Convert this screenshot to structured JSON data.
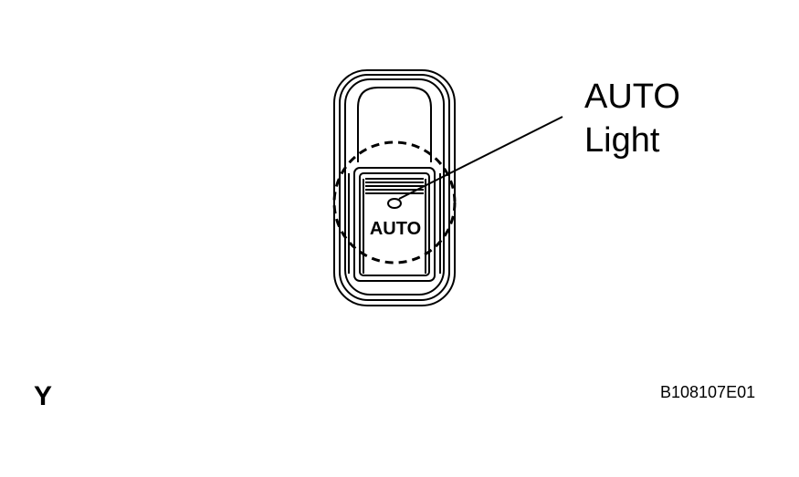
{
  "diagram": {
    "switch_face_label": "AUTO",
    "callout": {
      "line1": "AUTO",
      "line2": "Light"
    },
    "corner_mark": "Y",
    "figure_id": "B108107E01"
  }
}
